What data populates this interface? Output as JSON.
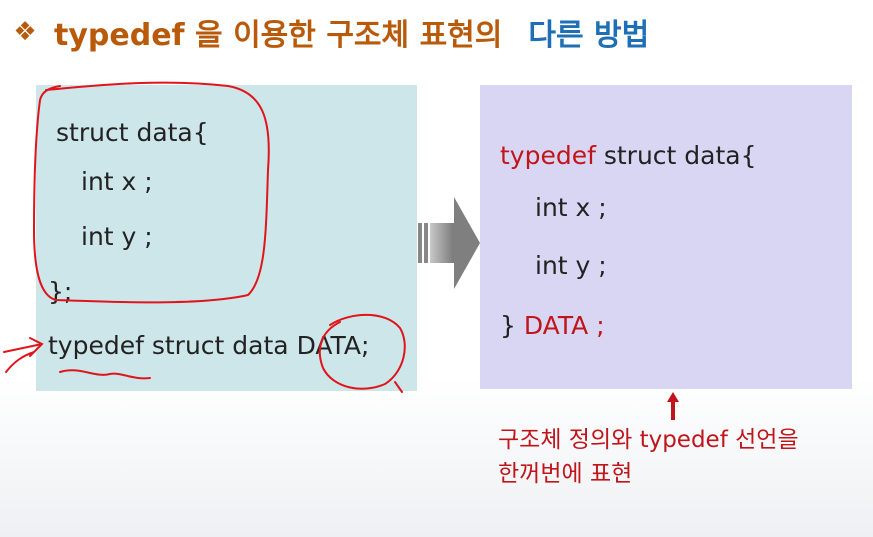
{
  "title": {
    "bullet": "❖",
    "main": "typedef 을 이용한 구조체 표현의",
    "accent": "다른 방법"
  },
  "left_code": {
    "l1": "struct data{",
    "l2": "int x ;",
    "l3": "int y ;",
    "l4": "};",
    "l5_pre": "typedef struct data ",
    "l5_name": "DATA",
    "l5_post": ";"
  },
  "right_code": {
    "l1_kw": "typedef",
    "l1_rest": " struct data{",
    "l2": "int x ;",
    "l3": "int y ;",
    "l4_brace": "} ",
    "l4_name": "DATA ;"
  },
  "note": {
    "line1": "구조체 정의와 typedef 선언을",
    "line2": "한꺼번에 표현"
  },
  "colors": {
    "title": "#b85a0a",
    "accent": "#1f6fb5",
    "keyword": "#c0151b",
    "left_bg": "#cde6e9",
    "right_bg": "#d9d6f3",
    "annotation": "#e0151b"
  }
}
